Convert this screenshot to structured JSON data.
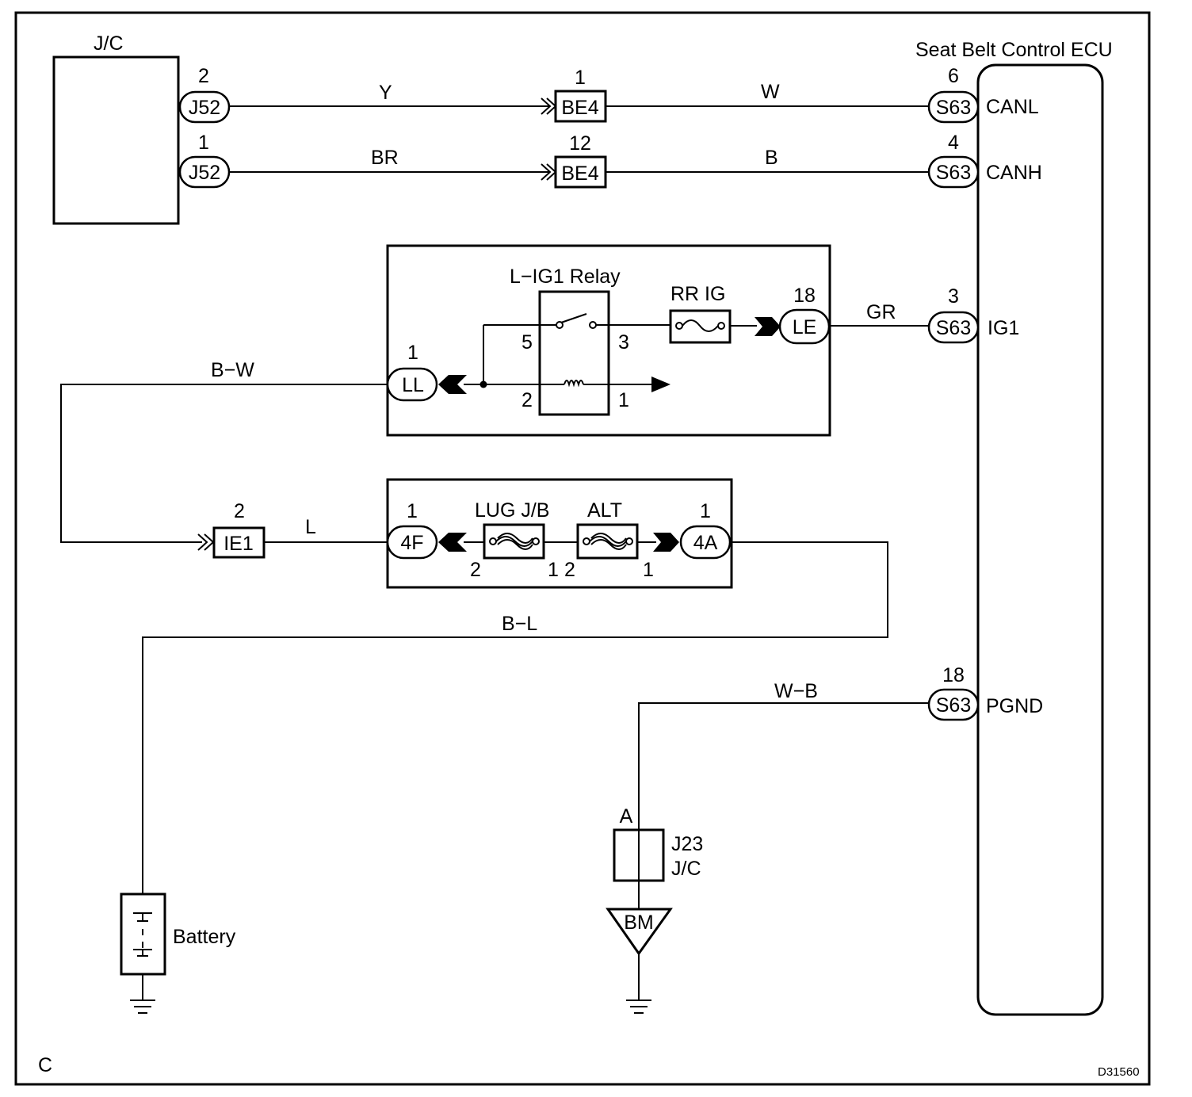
{
  "jc": {
    "title": "J/C",
    "pin_canl": "2",
    "pin_canh": "1",
    "connector": "J52"
  },
  "wires": {
    "y": "Y",
    "br": "BR",
    "w": "W",
    "b": "B",
    "gr": "GR",
    "bw": "B−W",
    "l": "L",
    "bl": "B−L",
    "wb": "W−B"
  },
  "be4": {
    "name": "BE4",
    "pin_top": "1",
    "pin_bottom": "12"
  },
  "ecu": {
    "title": "Seat Belt Control ECU",
    "connector": "S63",
    "pins": [
      {
        "num": "6",
        "label": "CANL"
      },
      {
        "num": "4",
        "label": "CANH"
      },
      {
        "num": "3",
        "label": "IG1"
      },
      {
        "num": "18",
        "label": "PGND"
      }
    ]
  },
  "relay_box": {
    "relay_label": "L−IG1 Relay",
    "fuse_label": "RR IG",
    "le": {
      "name": "LE",
      "pin": "18"
    },
    "ll": {
      "name": "LL",
      "pin": "1"
    },
    "relay_pins": {
      "p5": "5",
      "p3": "3",
      "p2": "2",
      "p1": "1"
    }
  },
  "ie1": {
    "name": "IE1",
    "pin": "2"
  },
  "fusible_box": {
    "lug_label": "LUG J/B",
    "alt_label": "ALT",
    "c4f": {
      "name": "4F",
      "pin": "1"
    },
    "c4a": {
      "name": "4A",
      "pin": "1"
    },
    "lug_pins": {
      "left": "2",
      "right": "1"
    },
    "alt_pins": {
      "left": "2",
      "right": "1"
    }
  },
  "j23": {
    "pin": "A",
    "name": "J23",
    "sub": "J/C"
  },
  "ground_point": "BM",
  "battery": "Battery",
  "corner_label": "C",
  "doc_code": "D31560"
}
